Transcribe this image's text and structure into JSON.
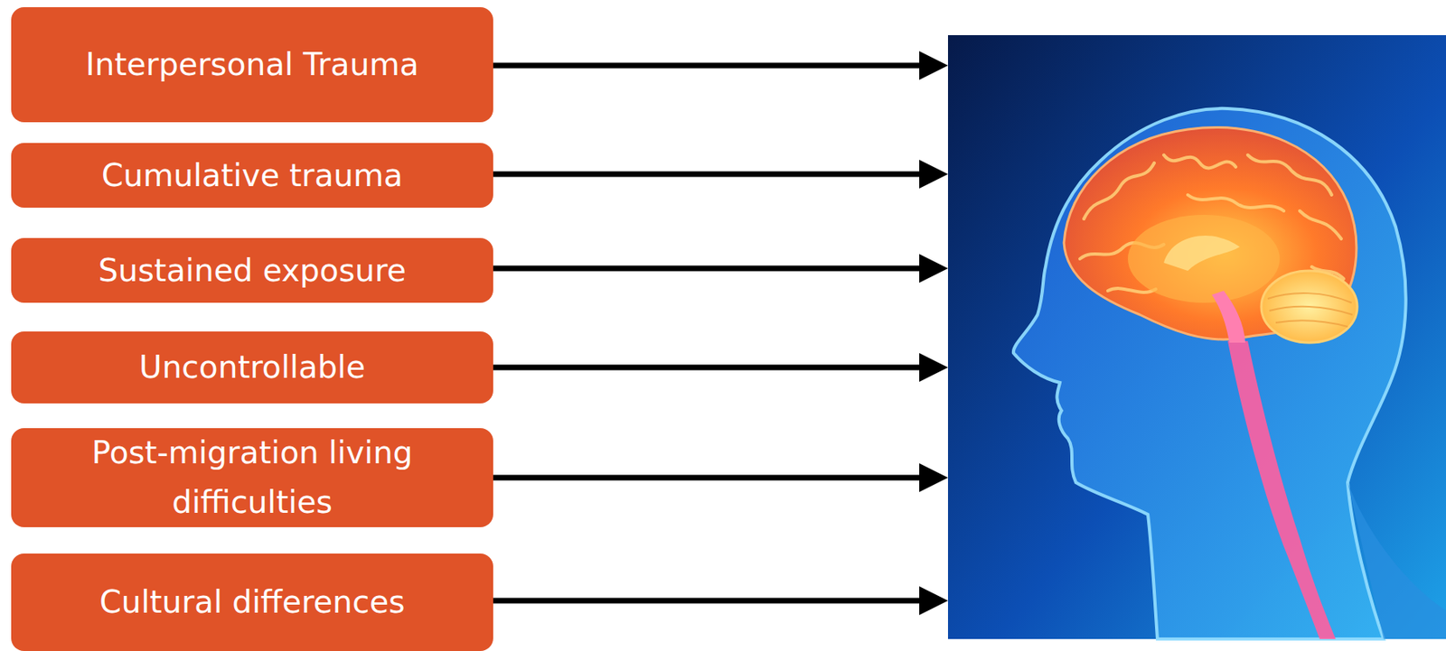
{
  "diagram": {
    "nodes": [
      {
        "text": [
          "Interpersonal Trauma"
        ]
      },
      {
        "text": [
          "Cumulative trauma"
        ]
      },
      {
        "text": [
          "Sustained exposure"
        ]
      },
      {
        "text": [
          "Uncontrollable"
        ]
      },
      {
        "text": [
          "Post-migration living difficulties"
        ]
      },
      {
        "text": [
          "Cultural differences"
        ]
      }
    ]
  }
}
